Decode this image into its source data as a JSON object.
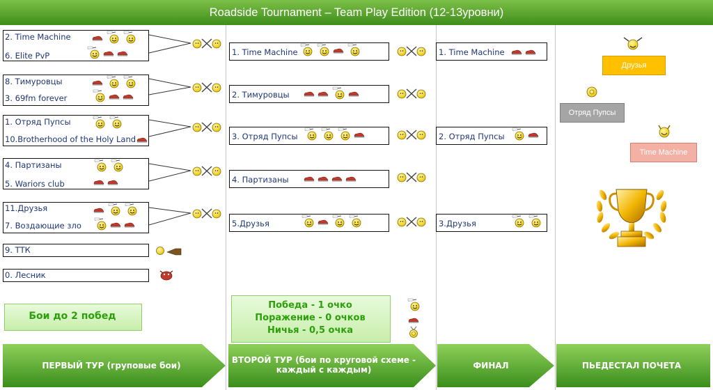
{
  "title": "Roadside Tournament – Team Play Edition (12-13уровни)",
  "round1": {
    "pairs": [
      {
        "team_a": "2. Time Machine",
        "team_b": "6. Elite PvP"
      },
      {
        "team_a": "8. Тимуровцы",
        "team_b": "3. 69fm forever"
      },
      {
        "team_a": "1. Отряд Пупсы",
        "team_b": "10.Brotherhood of the Holy Land"
      },
      {
        "team_a": "4. Партизаны",
        "team_b": "5. Wariors club"
      },
      {
        "team_a": "11.Друзья",
        "team_b": "7. Воздающие зло"
      }
    ],
    "singles": [
      "9. ТТК",
      "0. Лесник"
    ],
    "note": "Бои до 2 побед"
  },
  "round2": {
    "teams": [
      "1. Time Machine",
      "2. Тимуровцы",
      "3. Отряд Пупсы",
      "4. Партизаны",
      "5.Друзья"
    ],
    "legend": {
      "win": "Победа - 1 очко",
      "loss": "Поражение - 0 очков",
      "draw": "Ничья - 0,5 очка"
    }
  },
  "final": {
    "teams": [
      "1. Time Machine",
      "2. Отряд Пупсы",
      "3.Друзья"
    ]
  },
  "podium": {
    "first": "Друзья",
    "second": "Отряд Пупсы",
    "third": "Time Machine"
  },
  "footer": {
    "col1": "ПЕРВЫЙ ТУР (груповые бои)",
    "col2": "ВТОРОЙ ТУР (бои по круговой схеме - каждый с каждым)",
    "col3": "ФИНАЛ",
    "col4": "ПЬЕДЕСТАЛ ПОЧЕТА"
  },
  "colors": {
    "title_bar": "#5aa732",
    "team_text": "#1f3778",
    "note_text": "#2ca00b",
    "first_place": "#ffc000",
    "second_place": "#a5a5a5",
    "third_place": "#f4b0a4"
  },
  "icons": {
    "win": "smiley-cheering-icon",
    "loss": "red-sneaker-icon",
    "draw": "smiley-medal-icon",
    "versus": "smileys-swords-icon",
    "trophy": "gold-trophy-icon"
  }
}
